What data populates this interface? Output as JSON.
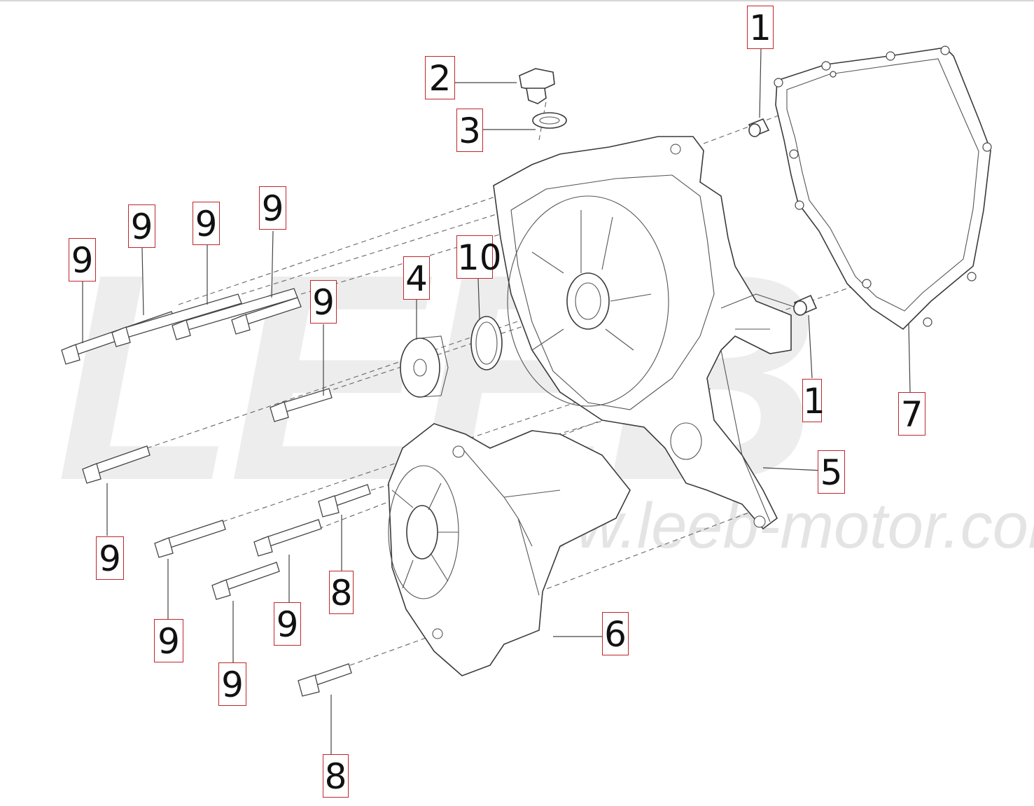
{
  "watermark": {
    "brand": "LEEB",
    "url": "www.leeb-motor.com"
  },
  "callouts": [
    {
      "id": "c1a",
      "label": "1"
    },
    {
      "id": "c2",
      "label": "2"
    },
    {
      "id": "c3",
      "label": "3"
    },
    {
      "id": "c9a",
      "label": "9"
    },
    {
      "id": "c9b",
      "label": "9"
    },
    {
      "id": "c9c",
      "label": "9"
    },
    {
      "id": "c9d",
      "label": "9"
    },
    {
      "id": "c10",
      "label": "10"
    },
    {
      "id": "c4",
      "label": "4"
    },
    {
      "id": "c9e",
      "label": "9"
    },
    {
      "id": "c1b",
      "label": "1"
    },
    {
      "id": "c7",
      "label": "7"
    },
    {
      "id": "c5",
      "label": "5"
    },
    {
      "id": "c9f",
      "label": "9"
    },
    {
      "id": "c8a",
      "label": "8"
    },
    {
      "id": "c9g",
      "label": "9"
    },
    {
      "id": "c9h",
      "label": "9"
    },
    {
      "id": "c6",
      "label": "6"
    },
    {
      "id": "c9i",
      "label": "9"
    },
    {
      "id": "c8b",
      "label": "8"
    }
  ]
}
